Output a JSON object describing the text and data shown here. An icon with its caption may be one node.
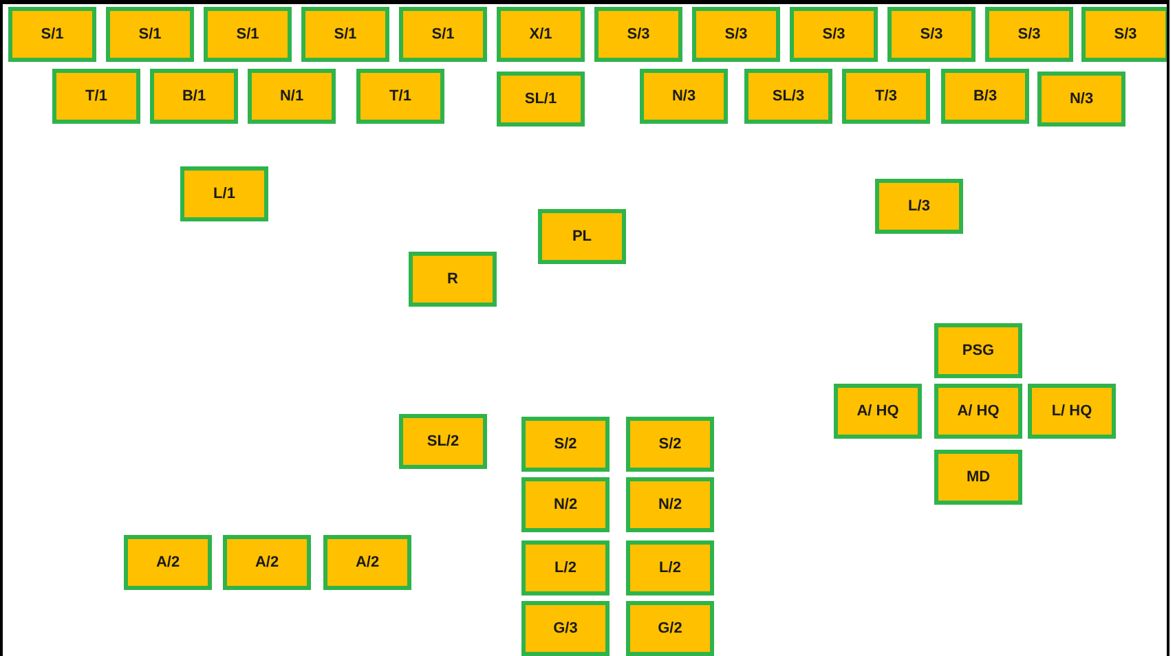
{
  "diagram": {
    "nodes": [
      {
        "text": [
          "S/1"
        ]
      },
      {
        "text": [
          "S/1"
        ]
      },
      {
        "text": [
          "S/1"
        ]
      },
      {
        "text": [
          "S/1"
        ]
      },
      {
        "text": [
          "S/1"
        ]
      },
      {
        "text": [
          "X/1"
        ]
      },
      {
        "text": [
          "S/3"
        ]
      },
      {
        "text": [
          "S/3"
        ]
      },
      {
        "text": [
          "S/3"
        ]
      },
      {
        "text": [
          "S/3"
        ]
      },
      {
        "text": [
          "S/3"
        ]
      },
      {
        "text": [
          "S/3"
        ]
      },
      {
        "text": [
          "T/1"
        ]
      },
      {
        "text": [
          "B/1"
        ]
      },
      {
        "text": [
          "N/1"
        ]
      },
      {
        "text": [
          "T/1"
        ]
      },
      {
        "text": [
          "SL/1"
        ]
      },
      {
        "text": [
          "N/3"
        ]
      },
      {
        "text": [
          "SL/3"
        ]
      },
      {
        "text": [
          "T/3"
        ]
      },
      {
        "text": [
          "B/3"
        ]
      },
      {
        "text": [
          "N/3"
        ]
      },
      {
        "text": [
          "L/1"
        ]
      },
      {
        "text": [
          "L/3"
        ]
      },
      {
        "text": [
          "PL"
        ]
      },
      {
        "text": [
          "R"
        ]
      },
      {
        "text": [
          "PSG"
        ]
      },
      {
        "text": [
          "A/ HQ"
        ]
      },
      {
        "text": [
          "A/ HQ"
        ]
      },
      {
        "text": [
          "L/ HQ"
        ]
      },
      {
        "text": [
          "SL/2"
        ]
      },
      {
        "text": [
          "S/2"
        ]
      },
      {
        "text": [
          "S/2"
        ]
      },
      {
        "text": [
          "MD"
        ]
      },
      {
        "text": [
          "N/2"
        ]
      },
      {
        "text": [
          "N/2"
        ]
      },
      {
        "text": [
          "A/2"
        ]
      },
      {
        "text": [
          "A/2"
        ]
      },
      {
        "text": [
          "A/2"
        ]
      },
      {
        "text": [
          "L/2"
        ]
      },
      {
        "text": [
          "L/2"
        ]
      },
      {
        "text": [
          "G/3"
        ]
      },
      {
        "text": [
          "G/2"
        ]
      }
    ]
  }
}
